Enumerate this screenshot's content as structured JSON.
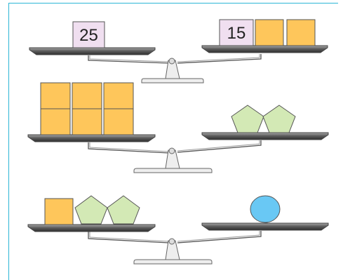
{
  "scales": [
    {
      "left": [
        {
          "shape": "box",
          "label": "25"
        }
      ],
      "right": [
        {
          "shape": "box",
          "label": "15"
        },
        {
          "shape": "square"
        },
        {
          "shape": "square"
        }
      ]
    },
    {
      "left": [
        {
          "shape": "square"
        },
        {
          "shape": "square"
        },
        {
          "shape": "square"
        },
        {
          "shape": "square"
        },
        {
          "shape": "square"
        },
        {
          "shape": "square"
        }
      ],
      "right": [
        {
          "shape": "pentagon"
        },
        {
          "shape": "pentagon"
        }
      ]
    },
    {
      "left": [
        {
          "shape": "square"
        },
        {
          "shape": "pentagon"
        },
        {
          "shape": "pentagon"
        }
      ],
      "right": [
        {
          "shape": "circle"
        }
      ]
    }
  ],
  "colors": {
    "frame": "#2cb6d6",
    "square": "#fec65b",
    "pentagon": "#d3e9b5",
    "circle": "#69c8f4",
    "labeled_box": "#f0dff0",
    "pan": "#6c6c6c",
    "stand": "#eeeeee"
  }
}
